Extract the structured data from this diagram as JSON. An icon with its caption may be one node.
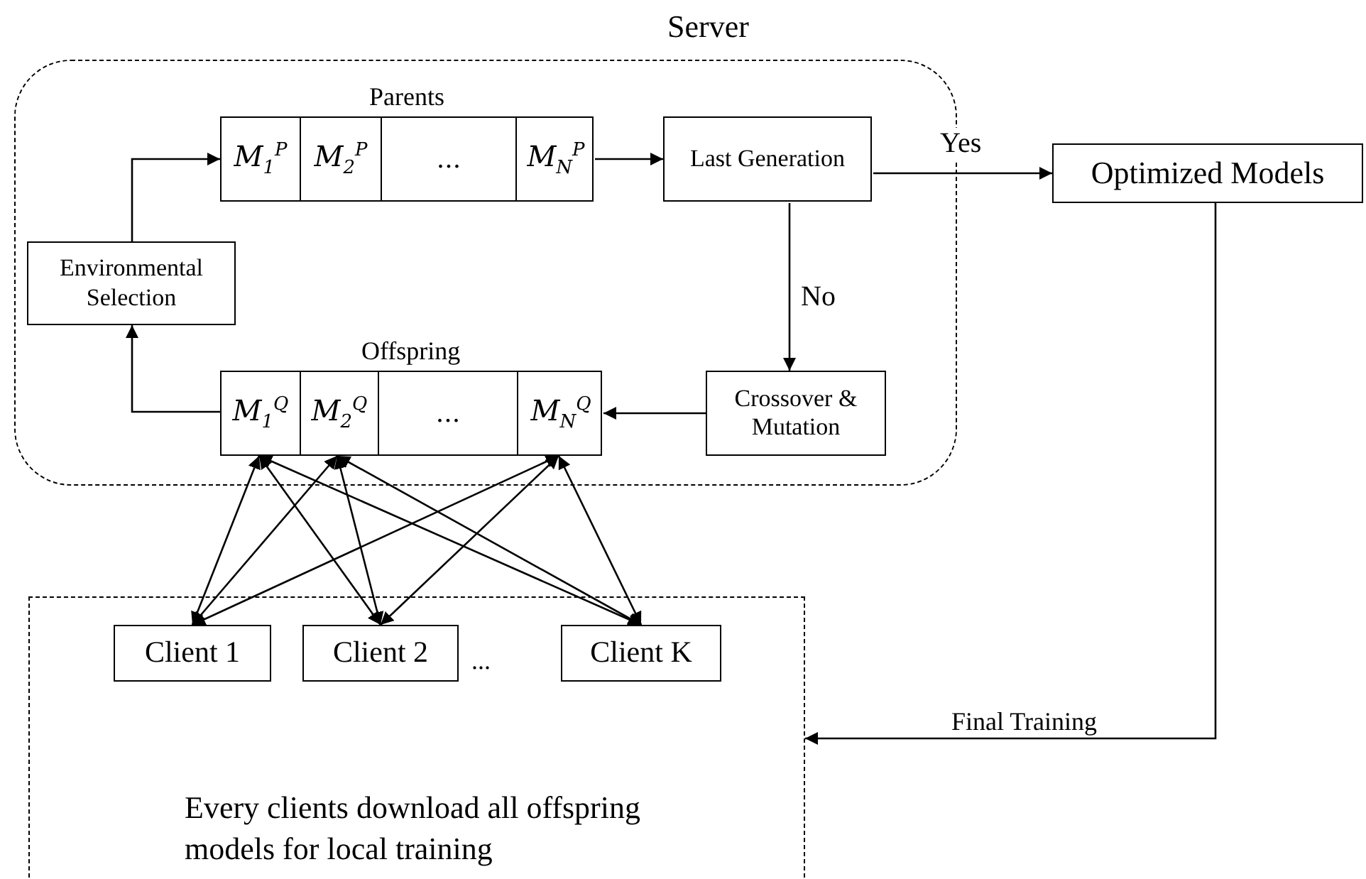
{
  "diagram": {
    "nodes": [
      {
        "text": [
          "Server"
        ]
      },
      {
        "text": [
          "Parents"
        ],
        "in": 0
      },
      {
        "text": [
          "M$_{1}$$^{P}$"
        ],
        "in": 1
      },
      {
        "text": [
          "M$_{2}$$^{P}$"
        ],
        "in": 1
      },
      {
        "text": [
          "..."
        ],
        "in": 1
      },
      {
        "text": [
          "M$_{N}$$^{P}$"
        ],
        "in": 1
      },
      {
        "text": [
          "Last Generation"
        ],
        "in": 0
      },
      {
        "text": [
          "Crossover & Mutation"
        ],
        "in": 0
      },
      {
        "text": [
          "Offspring"
        ],
        "in": 0
      },
      {
        "text": [
          "M$_{1}$$^{Q}$"
        ],
        "in": 8
      },
      {
        "text": [
          "M$_{2}$$^{Q}$"
        ],
        "in": 8
      },
      {
        "text": [
          "..."
        ],
        "in": 8
      },
      {
        "text": [
          "M$_{N}$$^{Q}$"
        ],
        "in": 8
      },
      {
        "text": [
          "Environmental Selection"
        ],
        "in": 0
      },
      {
        "text": [
          "Optimized Models"
        ]
      },
      {
        "text": [
          "Every clients download all offspring models for local training"
        ]
      },
      {
        "text": [
          "Client 1"
        ],
        "in": 15
      },
      {
        "text": [
          "Client 2"
        ],
        "in": 15
      },
      {
        "text": [
          "Client K"
        ],
        "in": 15
      }
    ],
    "edges": [
      {
        "from": 13,
        "to": 1,
        "arrow": "to"
      },
      {
        "from": 1,
        "to": 6,
        "arrow": "to"
      },
      {
        "from": 6,
        "to": 14,
        "arrow": "to",
        "label": "Yes"
      },
      {
        "from": 6,
        "to": 7,
        "arrow": "to",
        "label": "No"
      },
      {
        "from": 7,
        "to": 8,
        "arrow": "to"
      },
      {
        "from": 8,
        "to": 13,
        "arrow": "to"
      },
      {
        "from": 14,
        "to": 15,
        "arrow": "to",
        "label": "Final Training"
      },
      {
        "from": 9,
        "to": 16,
        "arrow": "both"
      },
      {
        "from": 9,
        "to": 17,
        "arrow": "both"
      },
      {
        "from": 9,
        "to": 18,
        "arrow": "both"
      },
      {
        "from": 10,
        "to": 16,
        "arrow": "both"
      },
      {
        "from": 10,
        "to": 17,
        "arrow": "both"
      },
      {
        "from": 10,
        "to": 18,
        "arrow": "both"
      },
      {
        "from": 12,
        "to": 16,
        "arrow": "both"
      },
      {
        "from": 12,
        "to": 17,
        "arrow": "both"
      },
      {
        "from": 12,
        "to": 18,
        "arrow": "both"
      }
    ],
    "labels": [
      "..."
    ]
  }
}
